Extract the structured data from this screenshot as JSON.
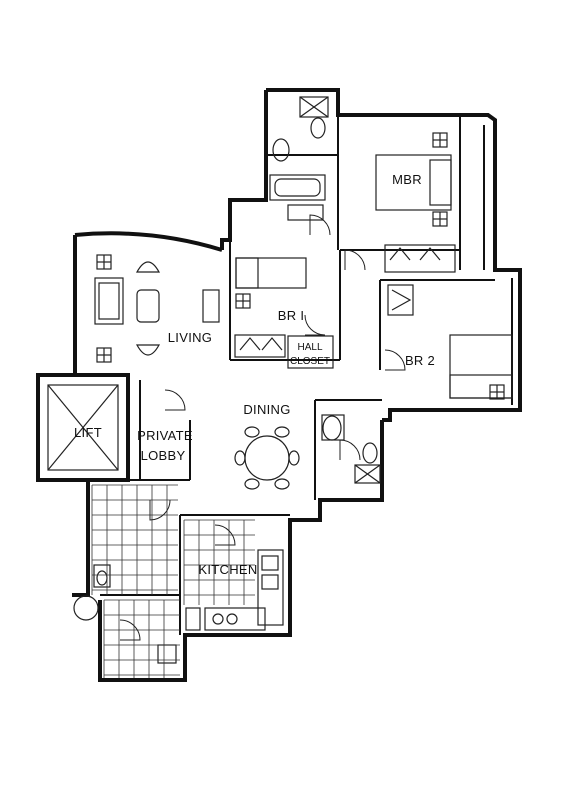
{
  "rooms": {
    "mbr": "MBR",
    "br1": "BR I",
    "br2": "BR 2",
    "living": "LIVING",
    "hall": "HALL",
    "closet": "CLOSET",
    "dining": "DINING",
    "lift": "LIFT",
    "private": "PRIVATE",
    "lobby": "LOBBY",
    "kitchen": "KITCHEN"
  }
}
